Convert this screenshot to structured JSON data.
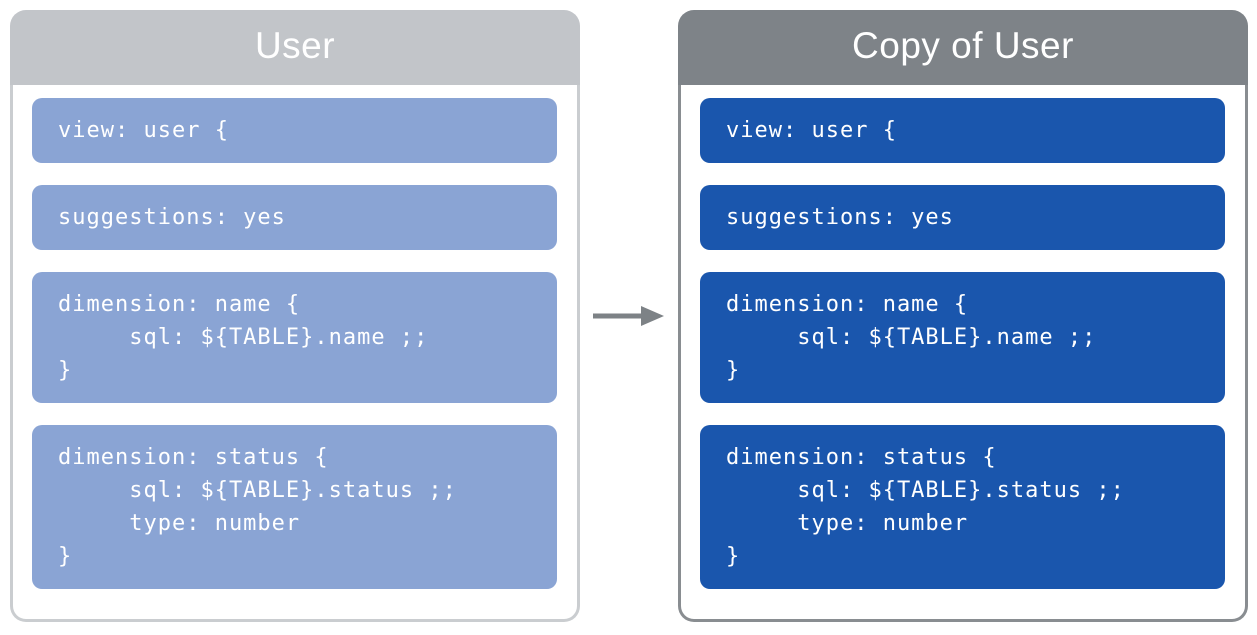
{
  "diagram": {
    "description": "Two-panel diagram showing a LookML view file and its copy",
    "arrow": {
      "direction": "right",
      "color": "#7d8286"
    },
    "text_color": "#ffffff",
    "panels": [
      {
        "title": "User",
        "header_bg": "#c2c5c9",
        "border_color": "#cacdd0",
        "block_bg": "#8aa4d4",
        "blocks": [
          {
            "code": "view: user {"
          },
          {
            "code": "suggestions: yes"
          },
          {
            "code": "dimension: name {\n     sql: ${TABLE}.name ;;\n}"
          },
          {
            "code": "dimension: status {\n     sql: ${TABLE}.status ;;\n     type: number\n}"
          }
        ]
      },
      {
        "title": "Copy of User",
        "header_bg": "#7e8388",
        "border_color": "#898d91",
        "block_bg": "#1a56ad",
        "blocks": [
          {
            "code": "view: user {"
          },
          {
            "code": "suggestions: yes"
          },
          {
            "code": "dimension: name {\n     sql: ${TABLE}.name ;;\n}"
          },
          {
            "code": "dimension: status {\n     sql: ${TABLE}.status ;;\n     type: number\n}"
          }
        ]
      }
    ]
  }
}
